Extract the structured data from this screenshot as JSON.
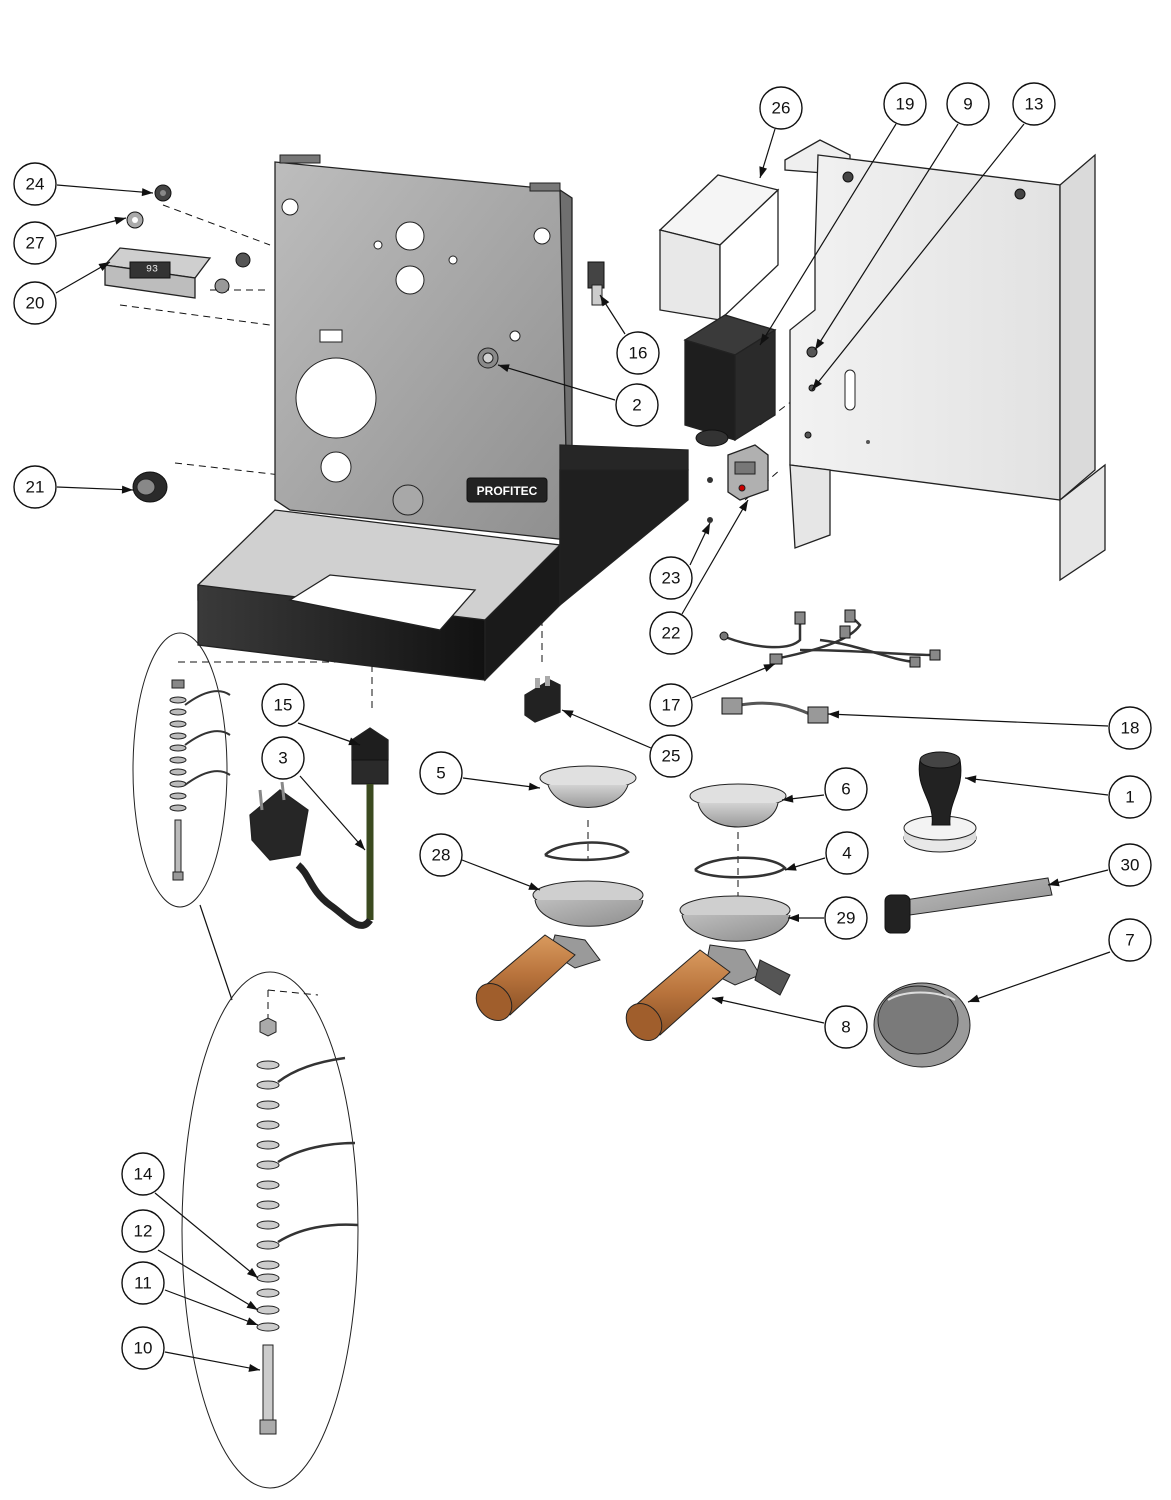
{
  "diagram": {
    "brand_label": "PROFITEC",
    "display_readout": "93",
    "parts": [
      {
        "id": "p1",
        "number": "1"
      },
      {
        "id": "p2",
        "number": "2"
      },
      {
        "id": "p3",
        "number": "3"
      },
      {
        "id": "p4",
        "number": "4"
      },
      {
        "id": "p5",
        "number": "5"
      },
      {
        "id": "p6",
        "number": "6"
      },
      {
        "id": "p7",
        "number": "7"
      },
      {
        "id": "p8",
        "number": "8"
      },
      {
        "id": "p9",
        "number": "9"
      },
      {
        "id": "p10",
        "number": "10"
      },
      {
        "id": "p11",
        "number": "11"
      },
      {
        "id": "p12",
        "number": "12"
      },
      {
        "id": "p13",
        "number": "13"
      },
      {
        "id": "p14",
        "number": "14"
      },
      {
        "id": "p15",
        "number": "15"
      },
      {
        "id": "p16",
        "number": "16"
      },
      {
        "id": "p17",
        "number": "17"
      },
      {
        "id": "p18",
        "number": "18"
      },
      {
        "id": "p19",
        "number": "19"
      },
      {
        "id": "p20",
        "number": "20"
      },
      {
        "id": "p21",
        "number": "21"
      },
      {
        "id": "p22",
        "number": "22"
      },
      {
        "id": "p23",
        "number": "23"
      },
      {
        "id": "p24",
        "number": "24"
      },
      {
        "id": "p25",
        "number": "25"
      },
      {
        "id": "p26",
        "number": "26"
      },
      {
        "id": "p27",
        "number": "27"
      },
      {
        "id": "p28",
        "number": "28"
      },
      {
        "id": "p29",
        "number": "29"
      },
      {
        "id": "p30",
        "number": "30"
      }
    ]
  }
}
